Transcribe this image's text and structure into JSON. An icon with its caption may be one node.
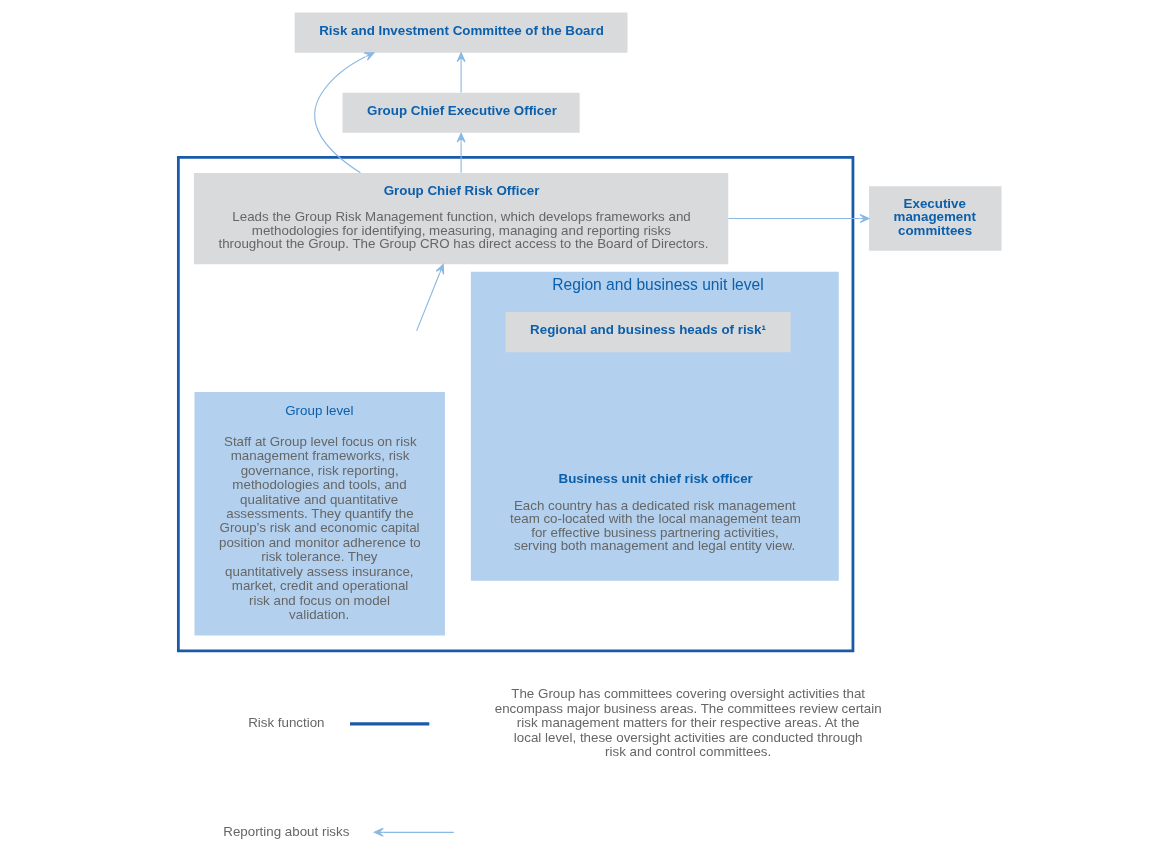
{
  "diagram": {
    "nodes": [
      {
        "text": [
          "Risk and Investment Committee of the Board"
        ]
      },
      {
        "text": [
          "Group Chief Executive Officer"
        ]
      },
      {
        "text": [],
        "shape": "box"
      },
      {
        "text": [
          "Group Chief Risk Officer",
          "Leads the Group Risk Management function, which develops frameworks and methodologies for identifying, measuring, managing and reporting risks throughout the Group. The Group CRO has direct access to the Board of Directors."
        ],
        "in": 2
      },
      {
        "text": [
          "Executive management committees"
        ]
      },
      {
        "text": [
          "Group level",
          "Staff at Group level focus on risk management frameworks, risk governance, risk reporting, methodologies and tools, and qualitative and quantitative assessments. They quantify the Group’s risk and economic capital position and monitor adherence to risk tolerance. They quantitatively assess insurance, market, credit and operational risk and focus on model validation."
        ],
        "in": 2
      },
      {
        "text": [
          "Region and business unit level"
        ],
        "in": 2
      },
      {
        "text": [
          "Regional and business heads of risk¹"
        ],
        "in": 6
      },
      {
        "text": [
          "Business unit chief risk officer",
          "Each country has a dedicated risk management team co-located with the local management team for effective business partnering activities, serving both management and legal entity view."
        ],
        "in": 6
      }
    ],
    "edges": [
      {
        "from": 1,
        "to": 0,
        "arrow": "to"
      },
      {
        "from": 3,
        "to": 1,
        "arrow": "to"
      },
      {
        "from": 3,
        "to": 0,
        "arrow": "to"
      },
      {
        "from": 3,
        "to": 4,
        "arrow": "to"
      },
      {
        "from": null,
        "to": 3,
        "arrow": "to"
      }
    ],
    "labels": [
      "The Group has committees covering oversight activities that encompass major business areas. The committees review certain risk management matters for their respective areas. At the local level, these oversight activities are conducted through risk and control committees."
    ],
    "legend": [
      {
        "text": "Risk function"
      },
      {
        "text": "Reporting about risks"
      }
    ]
  }
}
